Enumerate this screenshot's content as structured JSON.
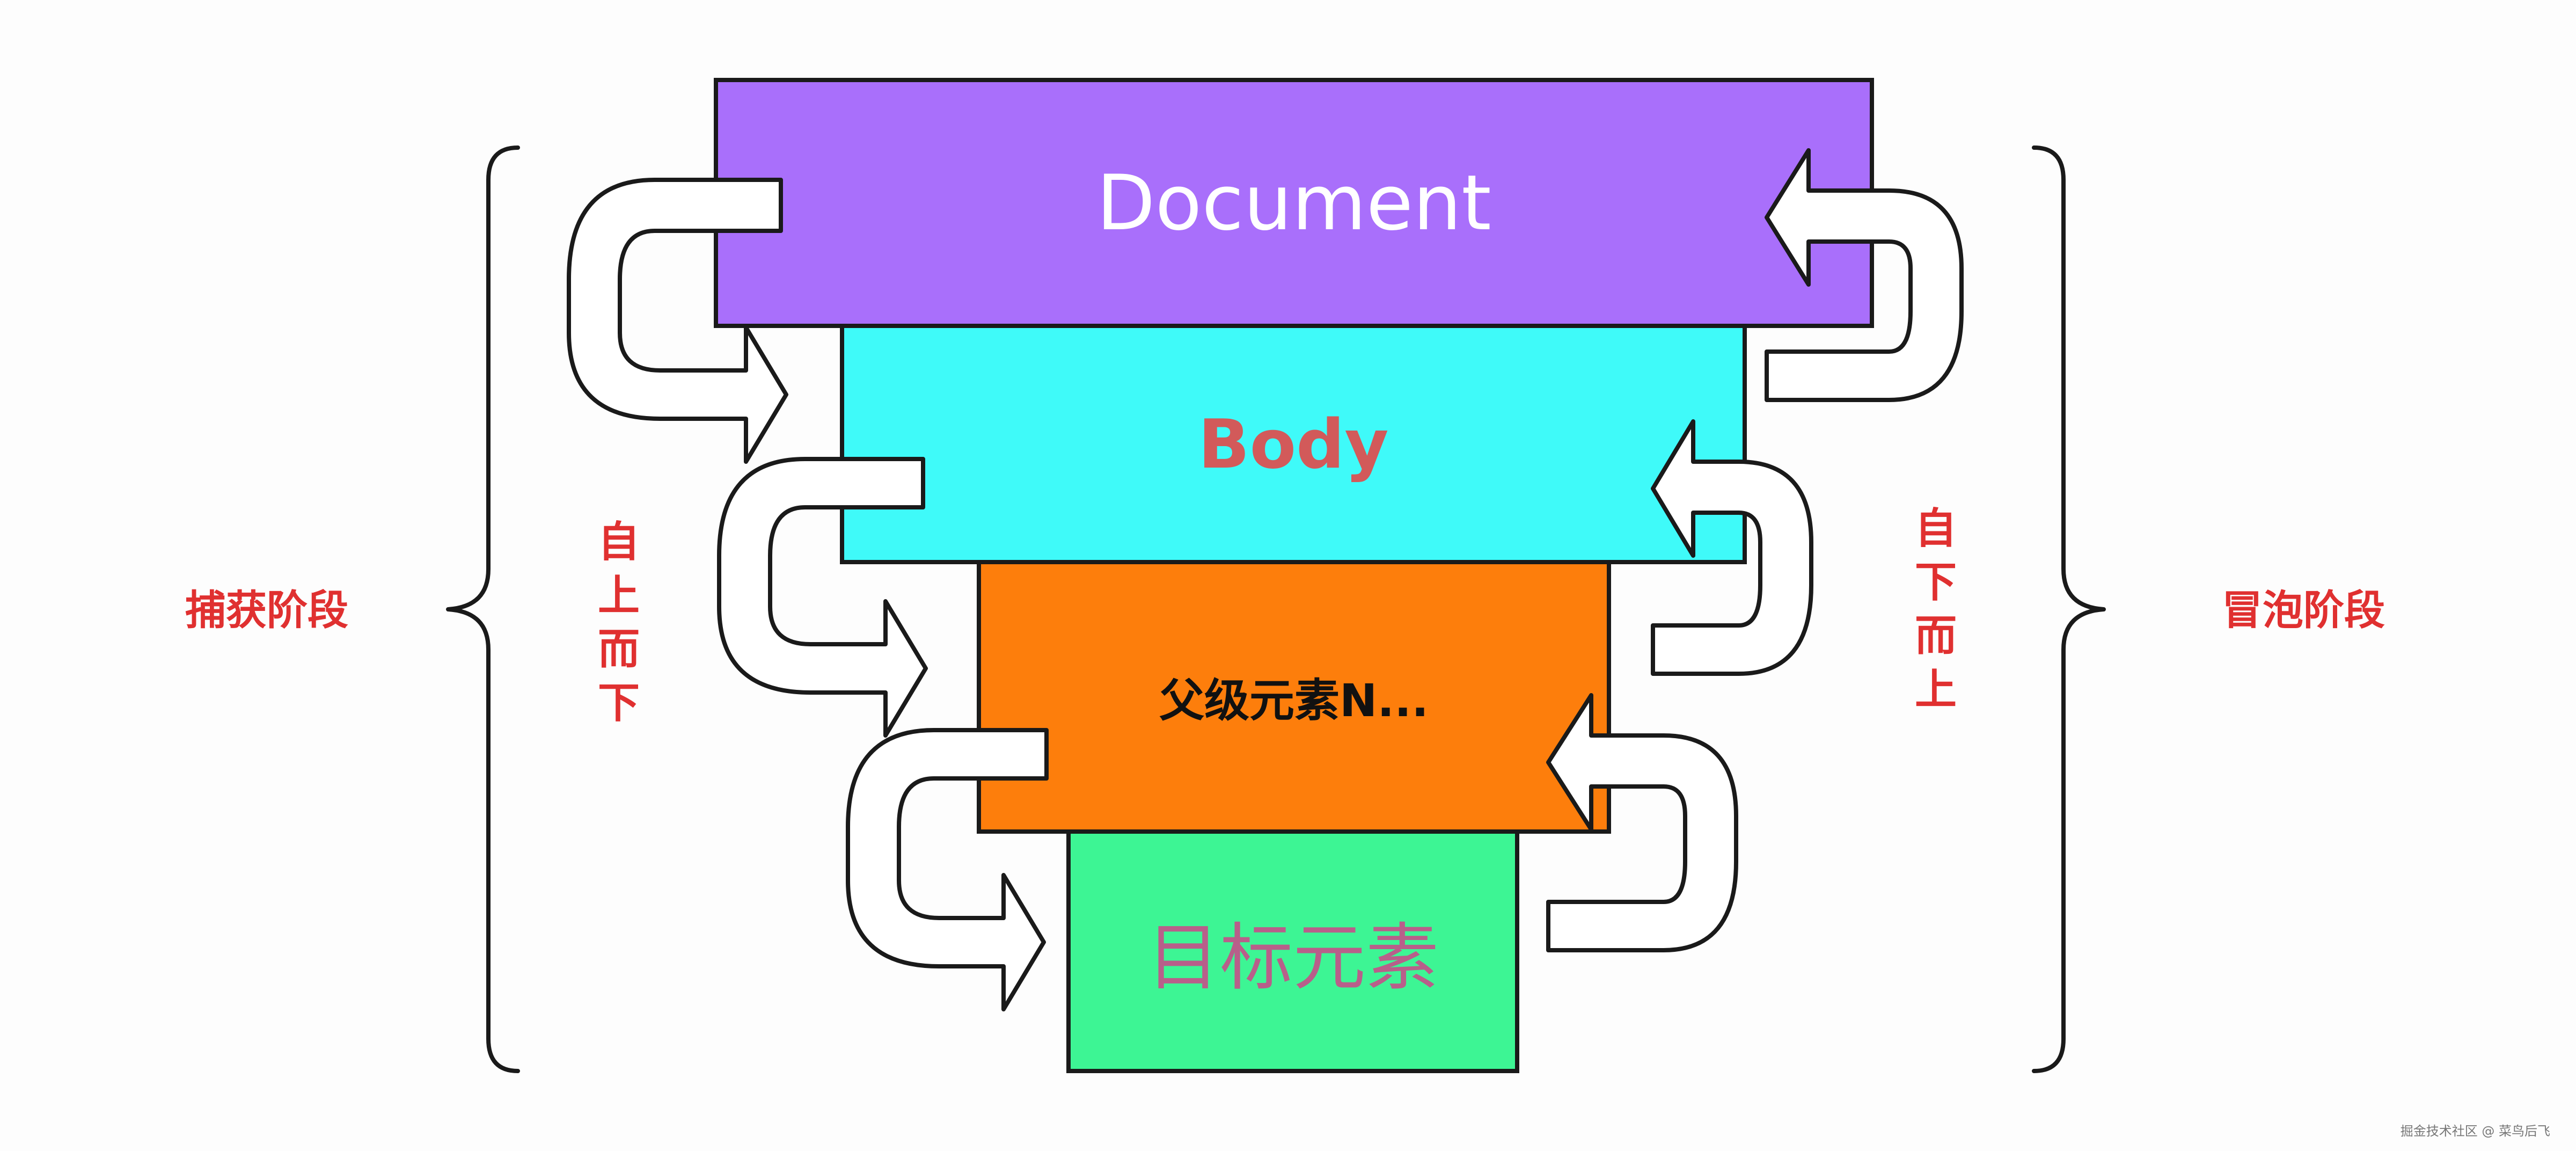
{
  "diagram": {
    "layers": {
      "document": {
        "label": "Document",
        "fill": "#a96ffb"
      },
      "body": {
        "label": "Body",
        "fill": "#3ffaf9"
      },
      "parent": {
        "label": "父级元素N...",
        "fill": "#fd7e0c"
      },
      "target": {
        "label": "目标元素",
        "fill": "#3df594"
      }
    },
    "phases": {
      "capture": "捕获阶段",
      "bubble": "冒泡阶段"
    },
    "directions": {
      "top_down": "自上而下",
      "bottom_up": "自下而上"
    },
    "colors": {
      "phase_text": "#e03030",
      "outline": "#1a1a1a"
    }
  },
  "watermark": "掘金技术社区 @ 菜鸟后飞"
}
